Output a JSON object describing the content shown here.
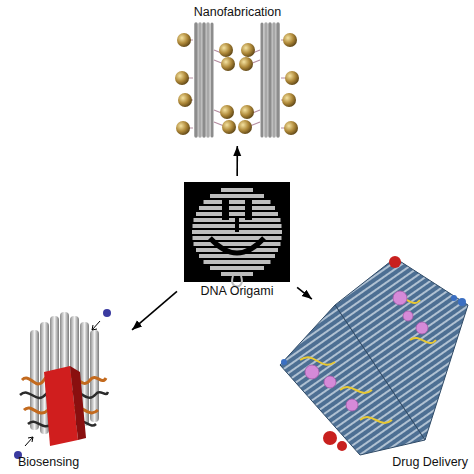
{
  "diagram": {
    "nodes": [
      {
        "text": [
          "Nanofabrication"
        ]
      },
      {
        "text": [
          "DNA Origami"
        ]
      },
      {
        "text": [
          "Biosensing"
        ]
      },
      {
        "text": [
          "Drug Delivery"
        ]
      }
    ],
    "edges": [
      {
        "from": 1,
        "to": 0,
        "arrow": "to"
      },
      {
        "from": 1,
        "to": 2,
        "arrow": "to"
      },
      {
        "from": 1,
        "to": 3,
        "arrow": "to"
      }
    ]
  }
}
